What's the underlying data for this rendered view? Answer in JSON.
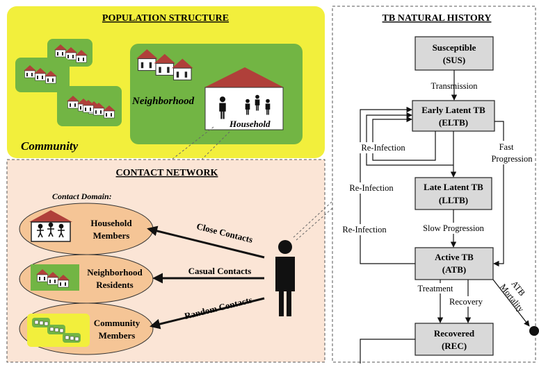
{
  "population": {
    "title": "POPULATION STRUCTURE",
    "community_label": "Community",
    "neighborhood_label": "Neighborhood",
    "household_label": "Household"
  },
  "contact": {
    "title": "CONTACT NETWORK",
    "domain_label": "Contact Domain:",
    "household_line1": "Household",
    "household_line2": "Members",
    "neighborhood_line1": "Neighborhood",
    "neighborhood_line2": "Residents",
    "community_line1": "Community",
    "community_line2": "Members",
    "close_contacts": "Close Contacts",
    "casual_contacts": "Casual Contacts",
    "random_contacts": "Random Contacts"
  },
  "tb": {
    "title": "TB NATURAL HISTORY",
    "sus_line1": "Susceptible",
    "sus_line2": "(SUS)",
    "eltb_line1": "Early Latent TB",
    "eltb_line2": "(ELTB)",
    "lltb_line1": "Late Latent TB",
    "lltb_line2": "(LLTB)",
    "atb_line1": "Active TB",
    "atb_line2": "(ATB)",
    "rec_line1": "Recovered",
    "rec_line2": "(REC)",
    "transmission": "Transmission",
    "reinfection": "Re-Infection",
    "fast_line1": "Fast",
    "fast_line2": "Progression",
    "slow_progression": "Slow Progression",
    "treatment": "Treatment",
    "recovery": "Recovery",
    "atb_mortality_line1": "ATB",
    "atb_mortality_line2": "Mortality"
  },
  "colors": {
    "yellow": "#f2ef3c",
    "green": "#72b544",
    "peach": "#fbe5d6",
    "oval": "#f5c596",
    "gray": "#d9d9d9",
    "roof": "#b0403a"
  }
}
